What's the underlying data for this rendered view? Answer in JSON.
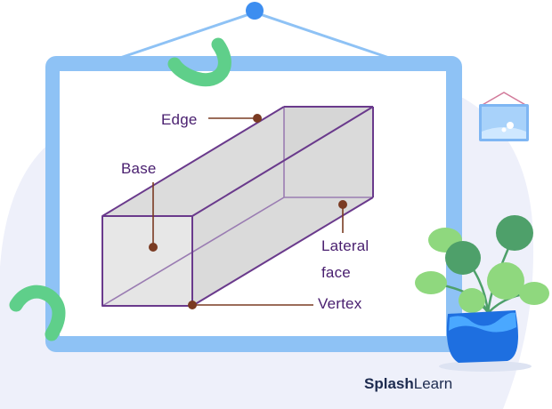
{
  "labels": {
    "edge": "Edge",
    "base": "Base",
    "lateral_line1": "Lateral",
    "lateral_line2": "face",
    "vertex": "Vertex"
  },
  "brand": {
    "part1": "Splash",
    "part2": "Learn"
  },
  "colors": {
    "frame": "#8ec2f5",
    "prism_stroke": "#6a3a8c",
    "prism_light": "#ebebeb",
    "prism_shade": "#d6d6d6",
    "marker": "#7a3b22",
    "label_text": "#4a2070",
    "blob": "#eef0fa",
    "green_accent": "#5fcf8a",
    "pot": "#1e6fe0",
    "leaf_dark": "#4ea06a",
    "leaf_light": "#8fd87e"
  },
  "icons": [
    "hanging-pin-icon",
    "framed-picture-icon",
    "potted-plant-icon"
  ]
}
